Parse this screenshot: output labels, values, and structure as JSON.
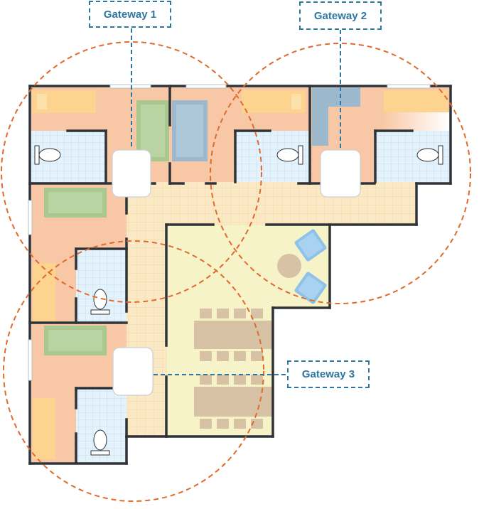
{
  "diagram": {
    "gateways": [
      {
        "id": "gateway-1",
        "label": "Gateway 1"
      },
      {
        "id": "gateway-2",
        "label": "Gateway 2"
      },
      {
        "id": "gateway-3",
        "label": "Gateway 3"
      }
    ],
    "colors": {
      "wall": "#2e3338",
      "bedroom_floor": "#f8c8a6",
      "corridor_floor": "#fbe9c5",
      "living_floor": "#f6f3c8",
      "bathroom_floor": "#e4f2fb",
      "bed": "#fcd48f",
      "sofa": "#a8c88f",
      "chair_blue": "#8fc2e8",
      "table": "#d8c2a5",
      "gateway_box": "#ffffff",
      "coverage_circle": "#e06a2e",
      "label_blue": "#2f77a0"
    }
  }
}
